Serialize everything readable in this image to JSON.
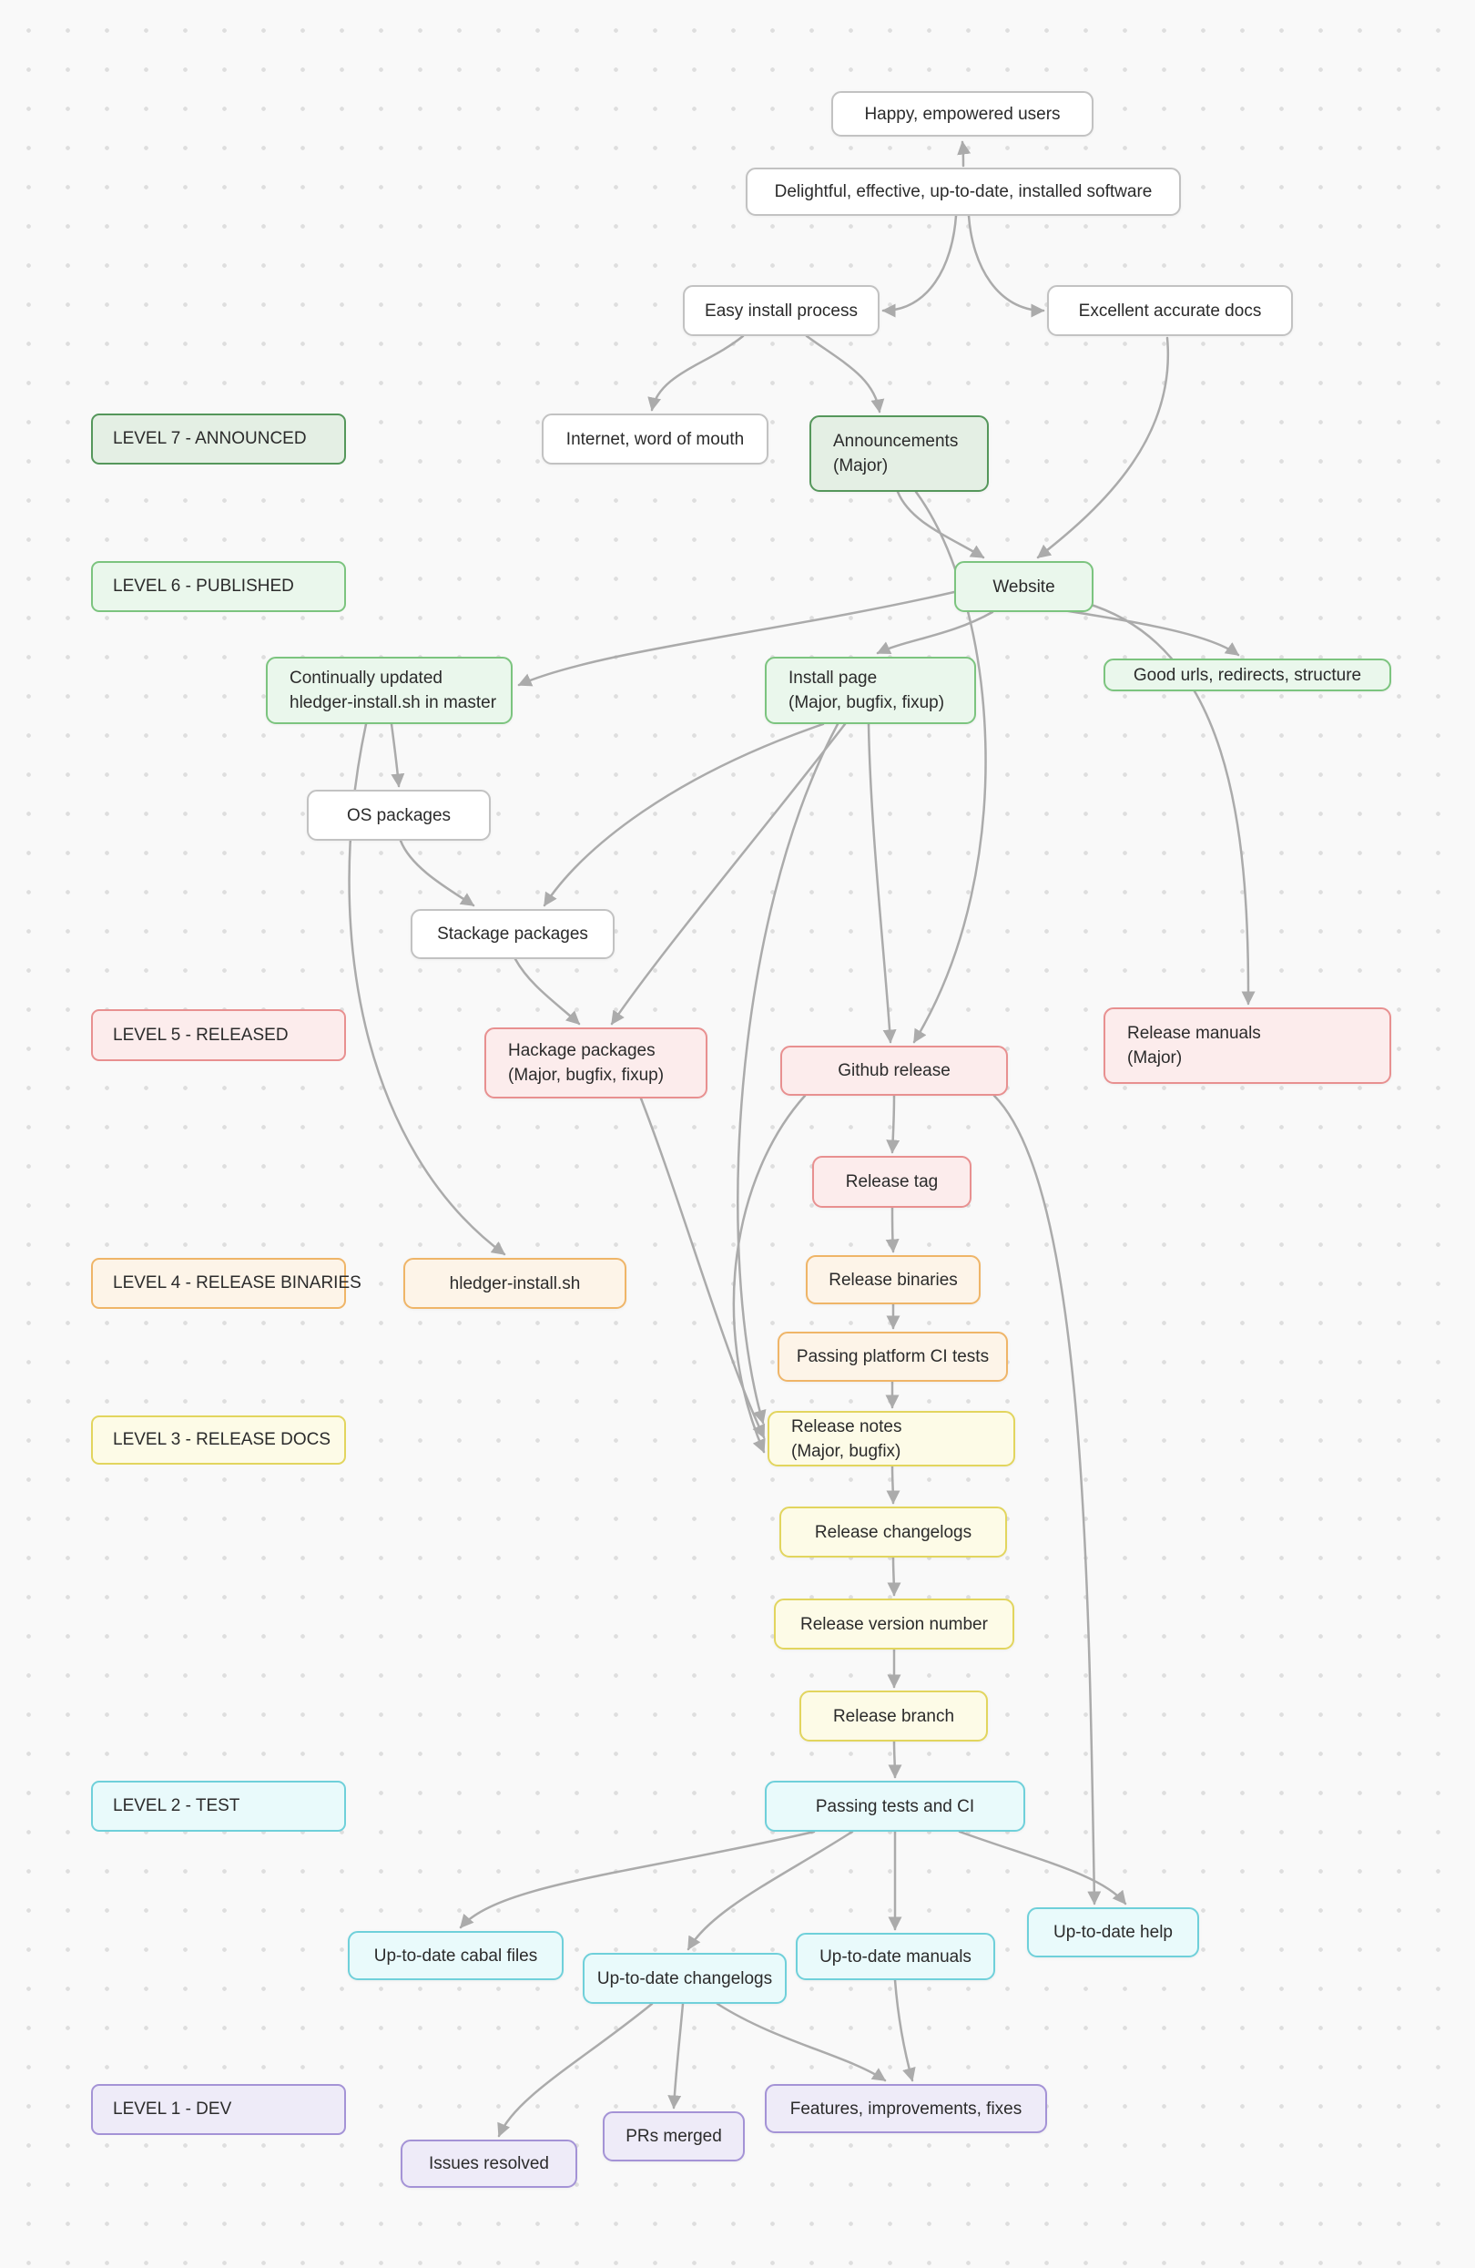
{
  "levels": [
    {
      "id": "level7",
      "label": "LEVEL 7 - ANNOUNCED"
    },
    {
      "id": "level6",
      "label": "LEVEL 6 - PUBLISHED"
    },
    {
      "id": "level5",
      "label": "LEVEL 5 - RELEASED"
    },
    {
      "id": "level4",
      "label": "LEVEL 4 - RELEASE BINARIES"
    },
    {
      "id": "level3",
      "label": "LEVEL 3 - RELEASE DOCS"
    },
    {
      "id": "level2",
      "label": "LEVEL 2 - TEST"
    },
    {
      "id": "level1",
      "label": "LEVEL 1 - DEV"
    }
  ],
  "nodes": {
    "users": {
      "lines": [
        "Happy, empowered users"
      ],
      "category": "plain"
    },
    "software": {
      "lines": [
        "Delightful, effective, up-to-date, installed software"
      ],
      "category": "plain"
    },
    "easy_install": {
      "lines": [
        "Easy install process"
      ],
      "category": "plain"
    },
    "docs": {
      "lines": [
        "Excellent accurate docs"
      ],
      "category": "plain"
    },
    "internet": {
      "lines": [
        "Internet, word of mouth"
      ],
      "category": "plain"
    },
    "announcements": {
      "lines": [
        "Announcements",
        "(Major)"
      ],
      "category": "l7"
    },
    "website": {
      "lines": [
        "Website"
      ],
      "category": "l6"
    },
    "continually_updated": {
      "lines": [
        "Continually updated",
        "hledger-install.sh in master"
      ],
      "category": "l6"
    },
    "install_page": {
      "lines": [
        "Install page",
        "(Major, bugfix, fixup)"
      ],
      "category": "l6"
    },
    "good_urls": {
      "lines": [
        "Good urls, redirects, structure"
      ],
      "category": "l6"
    },
    "os_packages": {
      "lines": [
        "OS packages"
      ],
      "category": "plain"
    },
    "stackage": {
      "lines": [
        "Stackage packages"
      ],
      "category": "plain"
    },
    "hackage": {
      "lines": [
        "Hackage packages",
        "(Major, bugfix, fixup)"
      ],
      "category": "l5"
    },
    "github_release": {
      "lines": [
        "Github release"
      ],
      "category": "l5"
    },
    "release_manuals": {
      "lines": [
        "Release manuals",
        "(Major)"
      ],
      "category": "l5"
    },
    "release_tag": {
      "lines": [
        "Release tag"
      ],
      "category": "l5"
    },
    "hledger_install_sh": {
      "lines": [
        "hledger-install.sh"
      ],
      "category": "l4"
    },
    "release_binaries": {
      "lines": [
        "Release binaries"
      ],
      "category": "l4"
    },
    "passing_platform_ci": {
      "lines": [
        "Passing platform CI tests"
      ],
      "category": "l4"
    },
    "release_notes": {
      "lines": [
        "Release notes",
        "(Major, bugfix)"
      ],
      "category": "l3"
    },
    "release_changelogs": {
      "lines": [
        "Release changelogs"
      ],
      "category": "l3"
    },
    "release_version": {
      "lines": [
        "Release version number"
      ],
      "category": "l3"
    },
    "release_branch": {
      "lines": [
        "Release branch"
      ],
      "category": "l3"
    },
    "passing_tests": {
      "lines": [
        "Passing tests and CI"
      ],
      "category": "l2"
    },
    "cabal_files": {
      "lines": [
        "Up-to-date cabal files"
      ],
      "category": "l2"
    },
    "uptodate_changelogs": {
      "lines": [
        "Up-to-date changelogs"
      ],
      "category": "l2"
    },
    "uptodate_manuals": {
      "lines": [
        "Up-to-date manuals"
      ],
      "category": "l2"
    },
    "uptodate_help": {
      "lines": [
        "Up-to-date help"
      ],
      "category": "l2"
    },
    "features": {
      "lines": [
        "Features, improvements, fixes"
      ],
      "category": "l1"
    },
    "prs_merged": {
      "lines": [
        "PRs merged"
      ],
      "category": "l1"
    },
    "issues_resolved": {
      "lines": [
        "Issues resolved"
      ],
      "category": "l1"
    }
  },
  "edges": [
    {
      "from": "software",
      "to": "users"
    },
    {
      "from": "software",
      "to": "easy_install"
    },
    {
      "from": "software",
      "to": "docs"
    },
    {
      "from": "easy_install",
      "to": "internet"
    },
    {
      "from": "easy_install",
      "to": "announcements"
    },
    {
      "from": "docs",
      "to": "website"
    },
    {
      "from": "announcements",
      "to": "website"
    },
    {
      "from": "announcements",
      "to": "github_release"
    },
    {
      "from": "website",
      "to": "continually_updated"
    },
    {
      "from": "website",
      "to": "install_page"
    },
    {
      "from": "website",
      "to": "good_urls"
    },
    {
      "from": "website",
      "to": "release_manuals"
    },
    {
      "from": "continually_updated",
      "to": "os_packages"
    },
    {
      "from": "continually_updated",
      "to": "hledger_install_sh"
    },
    {
      "from": "install_page",
      "to": "stackage"
    },
    {
      "from": "install_page",
      "to": "hackage"
    },
    {
      "from": "install_page",
      "to": "github_release"
    },
    {
      "from": "install_page",
      "to": "release_notes"
    },
    {
      "from": "os_packages",
      "to": "stackage"
    },
    {
      "from": "stackage",
      "to": "hackage"
    },
    {
      "from": "hackage",
      "to": "release_notes"
    },
    {
      "from": "github_release",
      "to": "release_tag"
    },
    {
      "from": "github_release",
      "to": "release_notes"
    },
    {
      "from": "github_release",
      "to": "uptodate_help"
    },
    {
      "from": "release_tag",
      "to": "release_binaries"
    },
    {
      "from": "release_binaries",
      "to": "passing_platform_ci"
    },
    {
      "from": "passing_platform_ci",
      "to": "release_notes"
    },
    {
      "from": "release_notes",
      "to": "release_changelogs"
    },
    {
      "from": "release_changelogs",
      "to": "release_version"
    },
    {
      "from": "release_version",
      "to": "release_branch"
    },
    {
      "from": "release_branch",
      "to": "passing_tests"
    },
    {
      "from": "passing_tests",
      "to": "cabal_files"
    },
    {
      "from": "passing_tests",
      "to": "uptodate_changelogs"
    },
    {
      "from": "passing_tests",
      "to": "uptodate_manuals"
    },
    {
      "from": "passing_tests",
      "to": "uptodate_help"
    },
    {
      "from": "uptodate_changelogs",
      "to": "issues_resolved"
    },
    {
      "from": "uptodate_changelogs",
      "to": "prs_merged"
    },
    {
      "from": "uptodate_changelogs",
      "to": "features"
    },
    {
      "from": "uptodate_manuals",
      "to": "features"
    }
  ],
  "colors": {
    "canvas_bg": "#f9f9f9",
    "dot": "#dedede",
    "edge": "#ababab",
    "text": "#2b2b2b",
    "plain_border": "#c2c2c2",
    "plain_fill": "#ffffff",
    "l7_border": "#55975b",
    "l7_fill": "#e4efe4",
    "l6_border": "#7cc47f",
    "l6_fill": "#eaf7ec",
    "l5_border": "#e89090",
    "l5_fill": "#fcecec",
    "l4_border": "#efb568",
    "l4_fill": "#fdf4e8",
    "l3_border": "#e2d55e",
    "l3_fill": "#fdfbe7",
    "l2_border": "#6fd0da",
    "l2_fill": "#e9fafb",
    "l1_border": "#a493d6",
    "l1_fill": "#eeebf8"
  }
}
